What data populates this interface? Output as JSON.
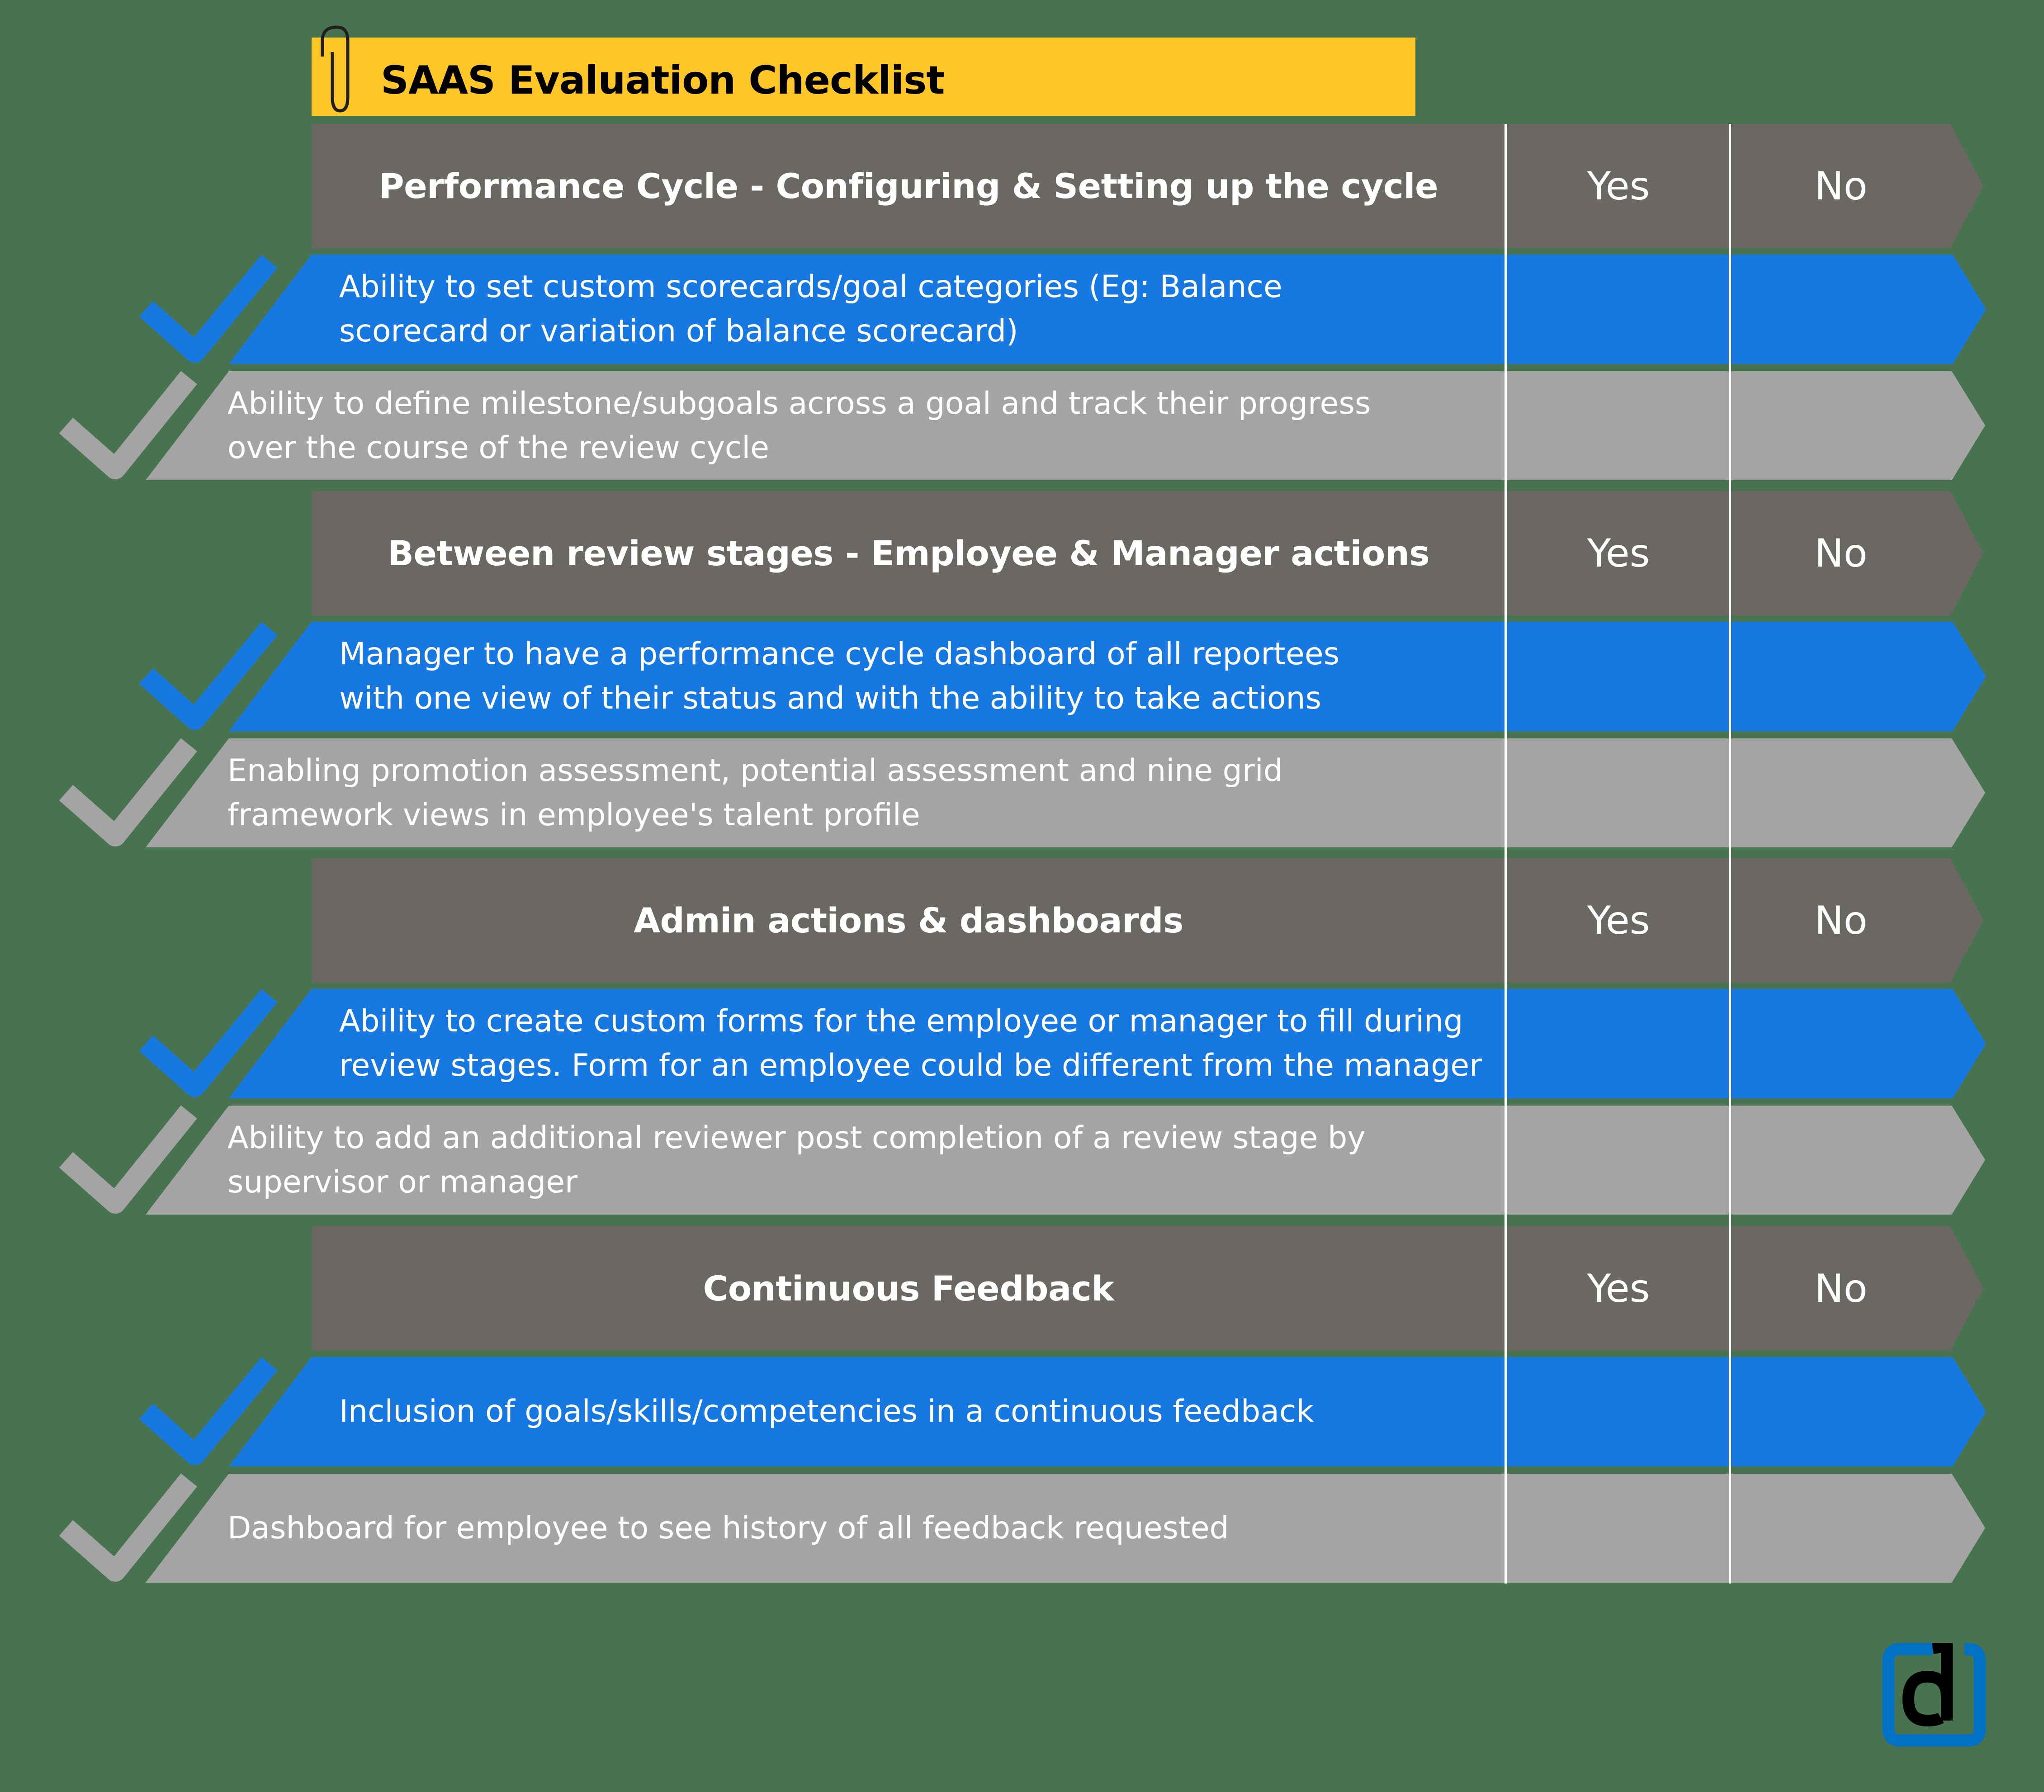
{
  "title": "SAAS Evaluation Checklist",
  "icons": {
    "paperclip": "paperclip-icon",
    "check": "checkmark-icon",
    "logo": "brand-logo-d"
  },
  "colors": {
    "background": "#48734F",
    "title_bar": "#FEC627",
    "section_header": "#6B6863",
    "row_primary": "#1778E1",
    "row_secondary": "#A4A4A4",
    "divider": "#FFFFFF",
    "logo_blue": "#0071C5"
  },
  "columns": {
    "yes": "Yes",
    "no": "No"
  },
  "sections": [
    {
      "title": "Performance Cycle -  Configuring & Setting up the cycle",
      "yes_label": "Yes",
      "no_label": "No",
      "items": [
        {
          "text": "Ability to set custom scorecards/goal categories (Eg: Balance\nscorecard or variation of balance scorecard)",
          "checked": true,
          "style": "blue"
        },
        {
          "text": "Ability to define milestone/subgoals across a goal and track their progress\nover the course of the review cycle",
          "checked": true,
          "style": "gray"
        }
      ]
    },
    {
      "title": "Between review stages - Employee & Manager actions",
      "yes_label": "Yes",
      "no_label": "No",
      "items": [
        {
          "text": "Manager to have a performance cycle dashboard of all reportees\nwith one view of their status and with the ability to take actions",
          "checked": true,
          "style": "blue"
        },
        {
          "text": "Enabling promotion assessment, potential assessment and nine grid\nframework views in employee's talent profile",
          "checked": true,
          "style": "gray"
        }
      ]
    },
    {
      "title": "Admin actions & dashboards",
      "yes_label": "Yes",
      "no_label": "No",
      "items": [
        {
          "text": "Ability to create custom forms for the employee or manager to fill during\nreview stages. Form for an employee could be different from the manager",
          "checked": true,
          "style": "blue"
        },
        {
          "text": "Ability to add an additional reviewer post completion of a review stage by\nsupervisor or manager",
          "checked": true,
          "style": "gray"
        }
      ]
    },
    {
      "title": "Continuous Feedback",
      "yes_label": "Yes",
      "no_label": "No",
      "items": [
        {
          "text": "Inclusion of goals/skills/competencies in a continuous feedback",
          "checked": true,
          "style": "blue"
        },
        {
          "text": "Dashboard for employee to see history of all feedback requested",
          "checked": true,
          "style": "gray"
        }
      ]
    }
  ]
}
